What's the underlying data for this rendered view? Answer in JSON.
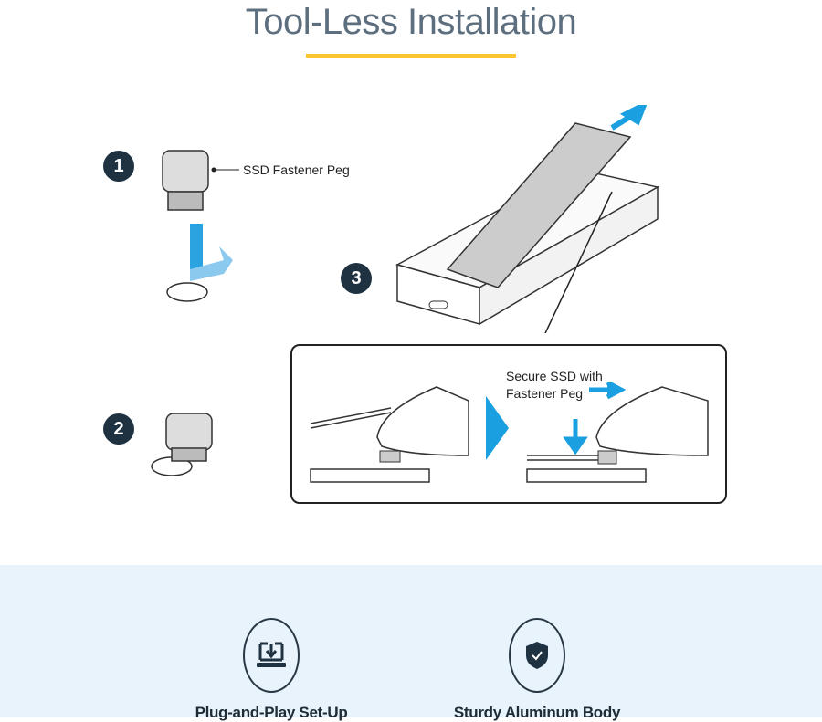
{
  "title": "Tool-Less Installation",
  "steps": [
    {
      "number": "1",
      "label": "SSD Fastener Peg"
    },
    {
      "number": "2"
    },
    {
      "number": "3",
      "label": "Secure SSD with Fastener Peg"
    }
  ],
  "features": [
    {
      "label": "Plug-and-Play Set-Up",
      "icon": "laptop-download-icon"
    },
    {
      "label": "Sturdy Aluminum Body",
      "icon": "shield-check-icon"
    }
  ],
  "colors": {
    "accent": "#fcc631",
    "arrow": "#1a9fe0",
    "navy": "#1f3242",
    "band": "#e8f3fb"
  }
}
